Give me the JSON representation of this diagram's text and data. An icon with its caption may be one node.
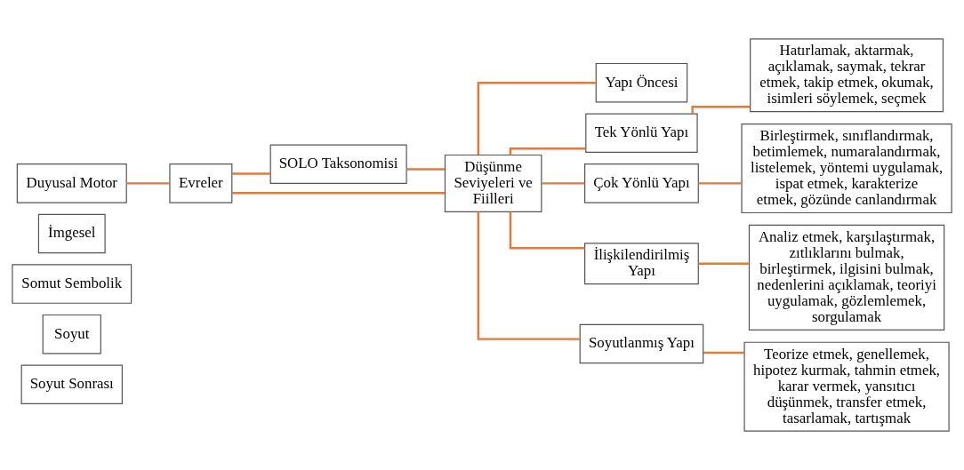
{
  "diagram": {
    "nodes": [
      {
        "text": [
          "Duyusal Motor"
        ]
      },
      {
        "text": [
          "İmgesel"
        ]
      },
      {
        "text": [
          "Somut Sembolik"
        ]
      },
      {
        "text": [
          "Soyut"
        ]
      },
      {
        "text": [
          "Soyut Sonrası"
        ]
      },
      {
        "text": [
          "Evreler"
        ]
      },
      {
        "text": [
          "SOLO Taksonomisi"
        ]
      },
      {
        "text": [
          "Düşünme Seviyeleri ve Fiilleri"
        ]
      },
      {
        "text": [
          "Yapı Öncesi"
        ]
      },
      {
        "text": [
          "Tek Yönlü Yapı"
        ]
      },
      {
        "text": [
          "Hatırlamak, aktarmak, açıklamak, saymak, tekrar etmek, takip etmek, okumak, isimleri söylemek, seçmek"
        ]
      },
      {
        "text": [
          "Çok Yönlü Yapı"
        ]
      },
      {
        "text": [
          "Birleştirmek, sınıflandırmak, betimlemek, numaralandırmak, listelemek, yöntemi uygulamak, ispat etmek, karakterize etmek, gözünde canlandırmak"
        ]
      },
      {
        "text": [
          "İlişkilendirilmiş Yapı"
        ]
      },
      {
        "text": [
          "Analiz etmek, karşılaştırmak, zıtlıklarını bulmak, birleştirmek, ilgisini bulmak, nedenlerini açıklamak, teoriyi uygulamak, gözlemlemek, sorgulamak"
        ]
      },
      {
        "text": [
          "Soyutlanmış Yapı"
        ]
      },
      {
        "text": [
          "Teorize etmek, genellemek, hipotez kurmak, tahmin etmek, karar vermek, yansıtıcı düşünmek, transfer etmek, tasarlamak, tartışmak"
        ]
      }
    ],
    "edges": [
      {
        "from": 0,
        "to": 5,
        "arrow": "none"
      },
      {
        "from": 5,
        "to": 6,
        "arrow": "none"
      },
      {
        "from": 6,
        "to": 7,
        "arrow": "none"
      },
      {
        "from": 5,
        "to": 7,
        "arrow": "none"
      },
      {
        "from": 7,
        "to": 8,
        "arrow": "none"
      },
      {
        "from": 7,
        "to": 9,
        "arrow": "none"
      },
      {
        "from": 7,
        "to": 11,
        "arrow": "none"
      },
      {
        "from": 7,
        "to": 13,
        "arrow": "none"
      },
      {
        "from": 7,
        "to": 15,
        "arrow": "none"
      },
      {
        "from": 9,
        "to": 10,
        "arrow": "none"
      },
      {
        "from": 11,
        "to": 12,
        "arrow": "none"
      },
      {
        "from": 13,
        "to": 14,
        "arrow": "none"
      },
      {
        "from": 15,
        "to": 16,
        "arrow": "none"
      }
    ]
  }
}
